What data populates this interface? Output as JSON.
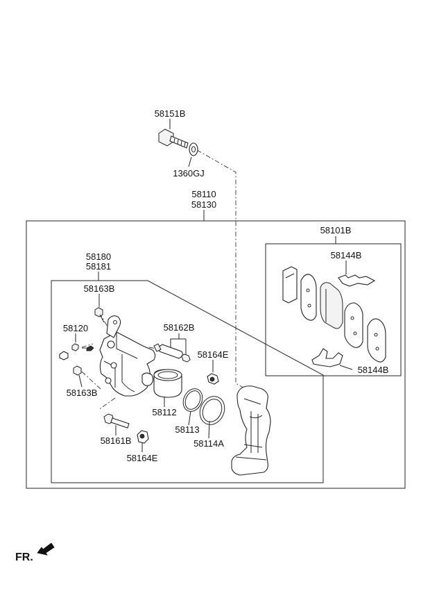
{
  "labels": {
    "bolt_top": "58151B",
    "washer": "1360GJ",
    "assembly_1": "58110",
    "assembly_2": "58130",
    "pad_kit": "58101B",
    "shim_top": "58144B",
    "shim_bottom": "58144B",
    "caliper_1": "58180",
    "caliper_2": "58181",
    "bolt_upper": "58163B",
    "bleeder": "58120",
    "bolt_lower": "58163B",
    "guide_pins": "58162B",
    "cap_upper": "58164E",
    "piston": "58112",
    "piston_seal": "58113",
    "boot": "58114A",
    "guide_rod": "58161B",
    "cap_lower": "58164E"
  },
  "direction": {
    "text": "FR.",
    "icon": "front-direction-arrow-icon"
  },
  "colors": {
    "line": "#222222",
    "background": "#ffffff"
  }
}
